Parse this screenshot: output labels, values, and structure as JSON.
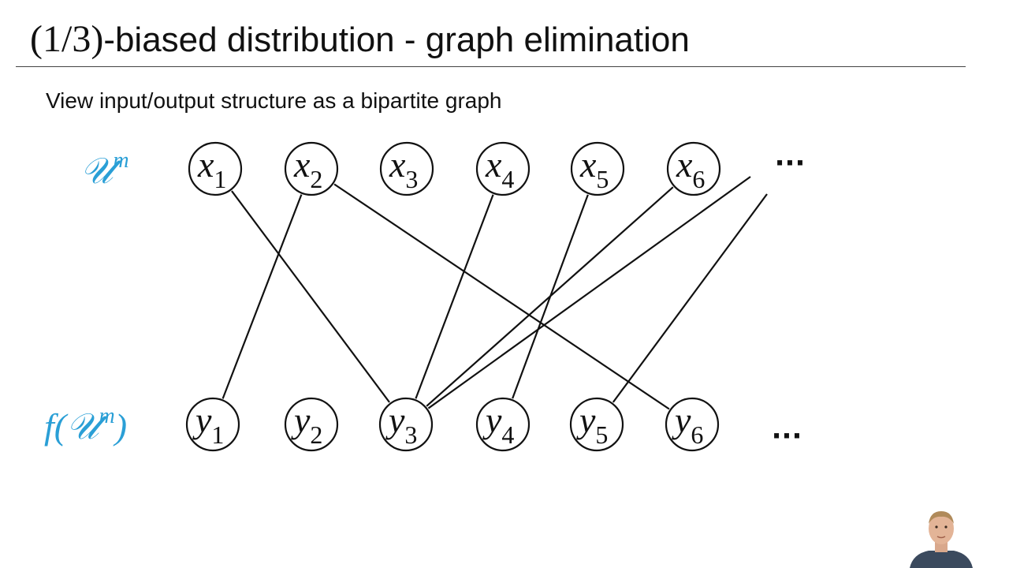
{
  "slide": {
    "title_math": "(1/3)",
    "title_text": "-biased distribution - graph elimination",
    "subtitle": "View input/output structure as a bipartite graph"
  },
  "diagram": {
    "top_row_label": {
      "base": "𝒰",
      "sup": "m"
    },
    "bottom_row_label": {
      "prefix": "f(",
      "base": "𝒰",
      "sup": "m",
      "suffix": ")"
    },
    "label_color": "#2a9fd6",
    "top_nodes": [
      {
        "id": "x1",
        "letter": "x",
        "sub": "1"
      },
      {
        "id": "x2",
        "letter": "x",
        "sub": "2"
      },
      {
        "id": "x3",
        "letter": "x",
        "sub": "3"
      },
      {
        "id": "x4",
        "letter": "x",
        "sub": "4"
      },
      {
        "id": "x5",
        "letter": "x",
        "sub": "5"
      },
      {
        "id": "x6",
        "letter": "x",
        "sub": "6"
      }
    ],
    "bottom_nodes": [
      {
        "id": "y1",
        "letter": "y",
        "sub": "1"
      },
      {
        "id": "y2",
        "letter": "y",
        "sub": "2"
      },
      {
        "id": "y3",
        "letter": "y",
        "sub": "3"
      },
      {
        "id": "y4",
        "letter": "y",
        "sub": "4"
      },
      {
        "id": "y5",
        "letter": "y",
        "sub": "5"
      },
      {
        "id": "y6",
        "letter": "y",
        "sub": "6"
      }
    ],
    "top_ellipsis": "···",
    "bottom_ellipsis": "···",
    "edges": [
      {
        "from": "x1",
        "to": "y3"
      },
      {
        "from": "x2",
        "to": "y1"
      },
      {
        "from": "x2",
        "to": "y6"
      },
      {
        "from": "x4",
        "to": "y3"
      },
      {
        "from": "x5",
        "to": "y4"
      },
      {
        "from": "x6",
        "to": "y3"
      },
      {
        "from": "top_ellipsis",
        "to": "y3"
      },
      {
        "from": "top_ellipsis",
        "to": "y5"
      }
    ]
  },
  "webcam": {
    "description_icon": "presenter-webcam"
  }
}
